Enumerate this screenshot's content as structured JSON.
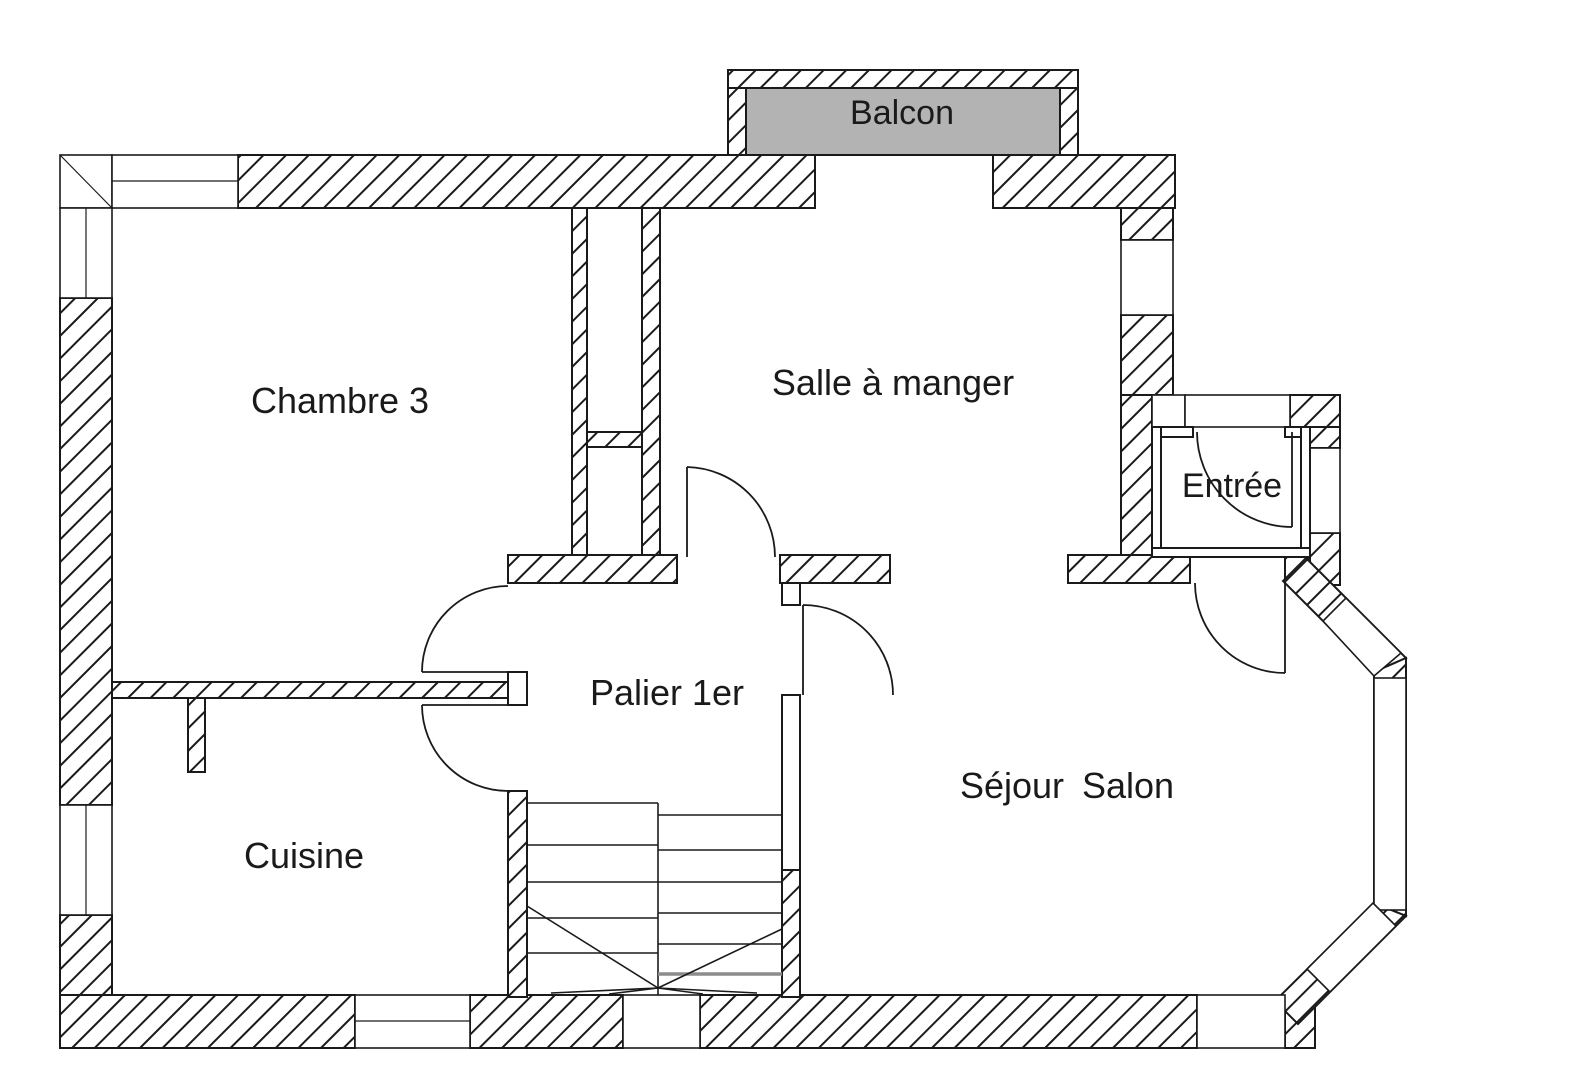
{
  "colors": {
    "line": "#1a1a1a",
    "balcony_fill": "#b3b3b3",
    "background": "#ffffff",
    "stair_accent": "#8c8c8c"
  },
  "rooms": {
    "balcon": {
      "label": "Balcon"
    },
    "chambre3": {
      "label": "Chambre 3"
    },
    "salle_a_manger": {
      "label": "Salle à manger"
    },
    "entree": {
      "label": "Entrée"
    },
    "palier": {
      "label": "Palier 1er"
    },
    "cuisine": {
      "label": "Cuisine"
    },
    "sejour": {
      "label": "Séjour"
    },
    "salon": {
      "label": "Salon"
    }
  }
}
